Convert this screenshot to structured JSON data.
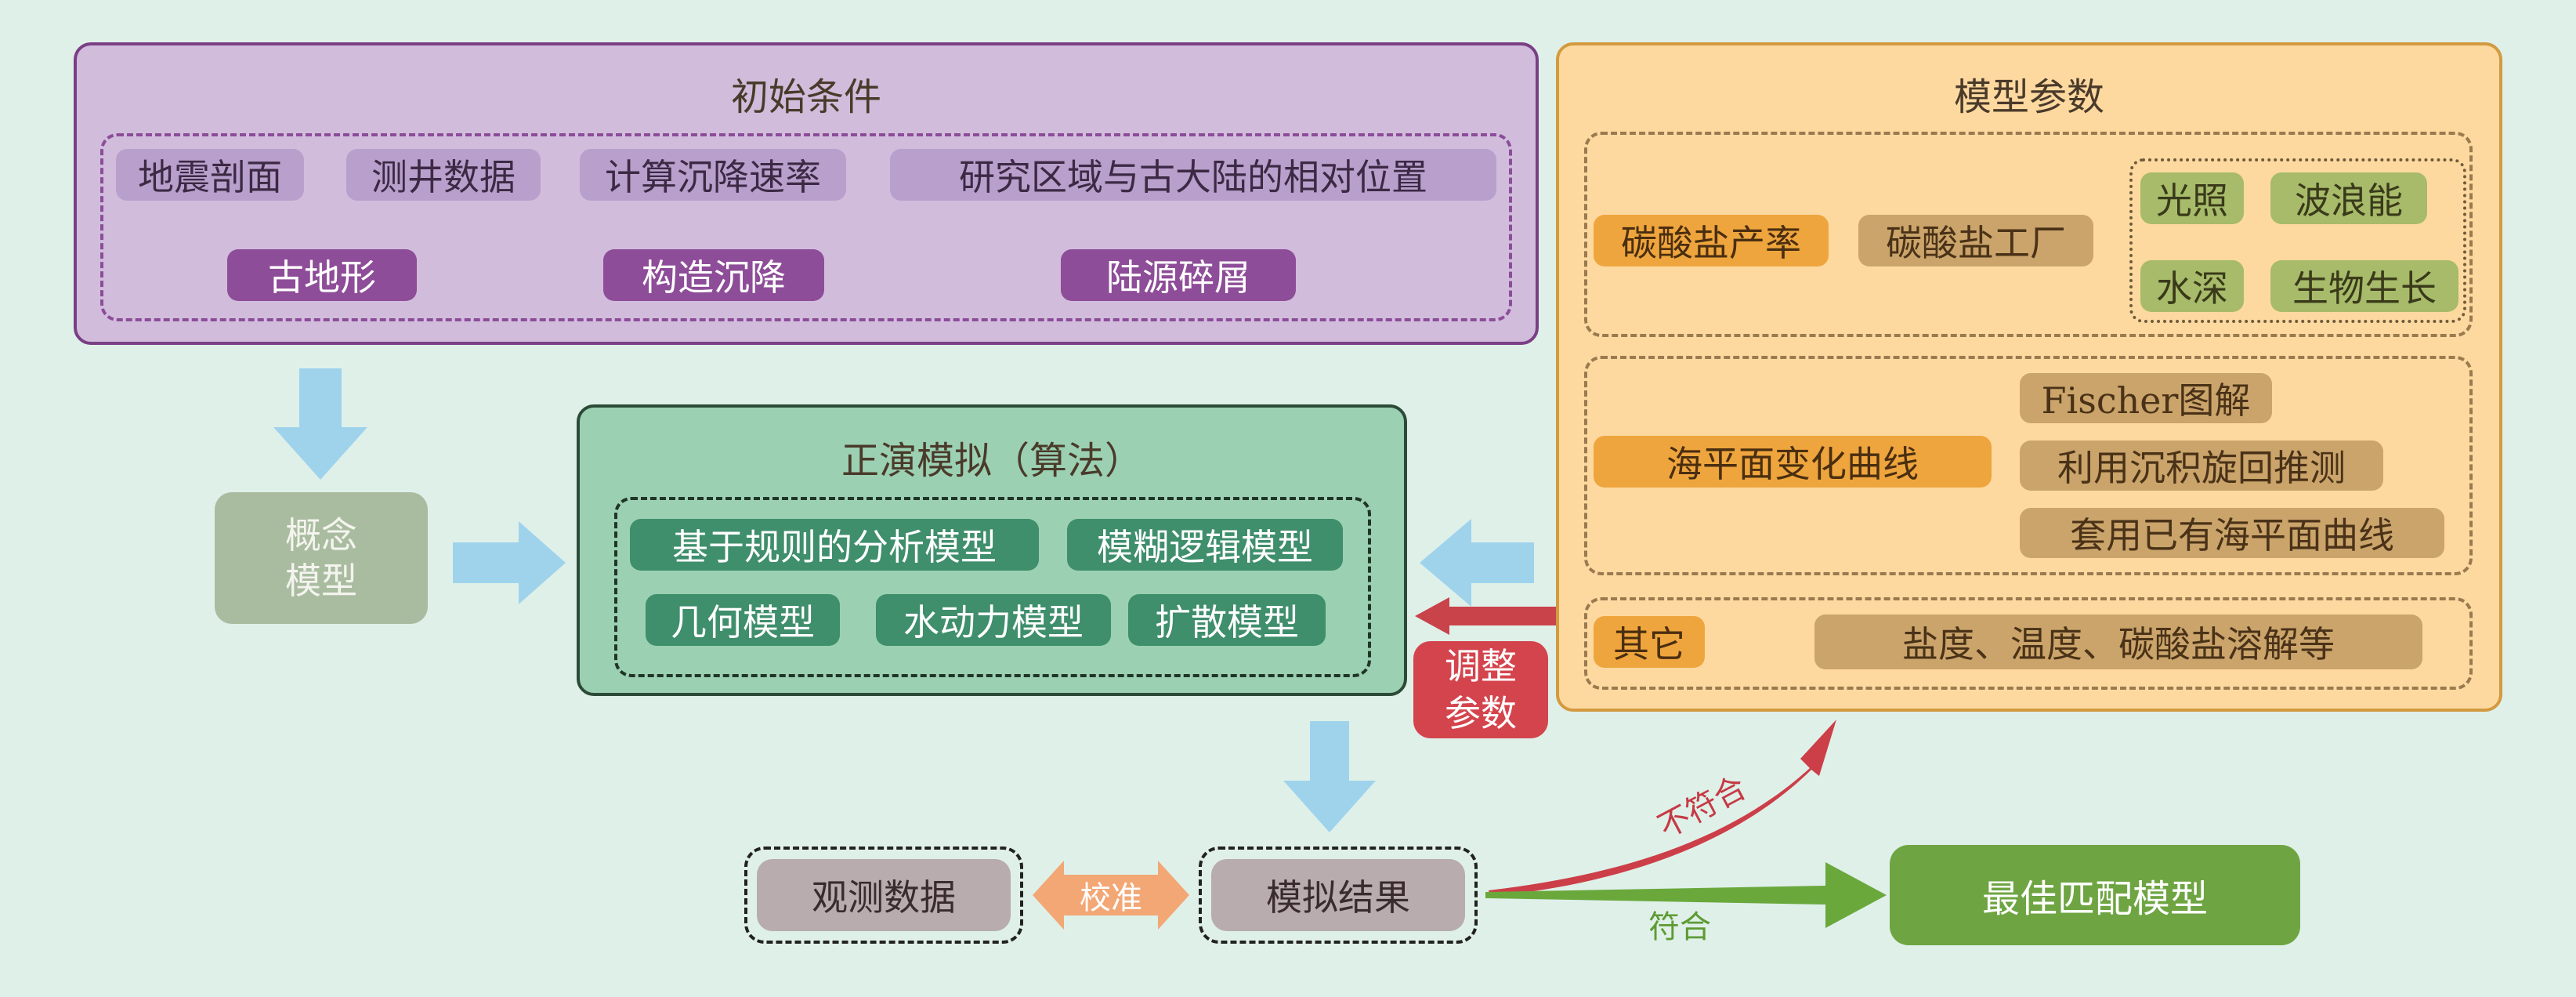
{
  "initial_conditions": {
    "title": "初始条件",
    "data_tags": [
      "地震剖面",
      "测井数据",
      "计算沉降速率",
      "研究区域与古大陆的相对位置"
    ],
    "derived_tags": [
      "古地形",
      "构造沉降",
      "陆源碎屑"
    ]
  },
  "concept_model": {
    "line1": "概念",
    "line2": "模型"
  },
  "forward_model": {
    "title": "正演模拟（算法）",
    "methods": [
      "基于规则的分析模型",
      "模糊逻辑模型",
      "几何模型",
      "水动力模型",
      "扩散模型"
    ]
  },
  "adjust": {
    "line1": "调整",
    "line2": "参数"
  },
  "model_params": {
    "title": "模型参数",
    "carbonate_rate": "碳酸盐产率",
    "carbonate_factory": "碳酸盐工厂",
    "factors": [
      "光照",
      "波浪能",
      "水深",
      "生物生长"
    ],
    "sea_level_curve": "海平面变化曲线",
    "sea_level_methods": [
      "Fischer图解",
      "利用沉积旋回推测",
      "套用已有海平面曲线"
    ],
    "other": "其它",
    "other_detail": "盐度、温度、碳酸盐溶解等"
  },
  "bottom": {
    "observed": "观测数据",
    "calibrate": "校准",
    "result": "模拟结果",
    "mismatch": "不符合",
    "match": "符合",
    "best_model": "最佳匹配模型"
  }
}
